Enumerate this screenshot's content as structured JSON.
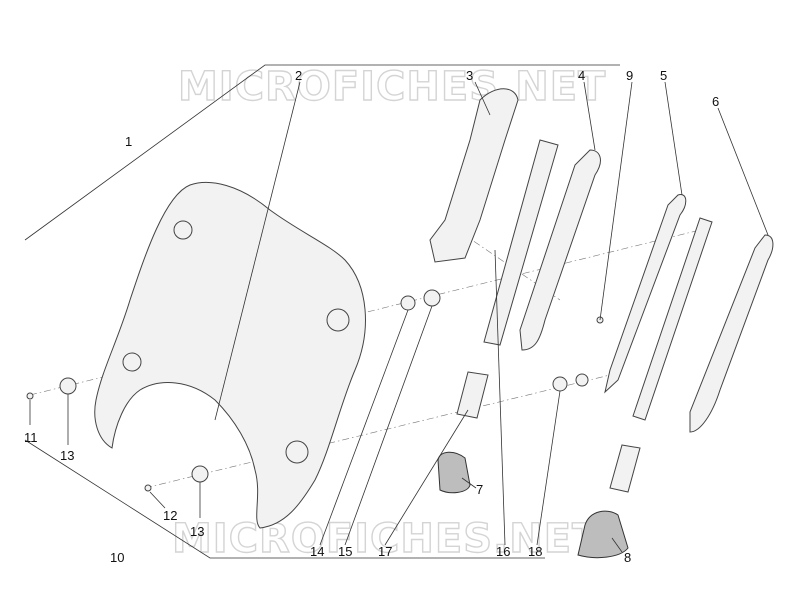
{
  "watermark": "MICROFICHES.NET",
  "callouts": [
    "1",
    "2",
    "3",
    "4",
    "5",
    "6",
    "7",
    "8",
    "9",
    "10",
    "11",
    "12",
    "13",
    "13",
    "14",
    "15",
    "16",
    "17",
    "18"
  ]
}
